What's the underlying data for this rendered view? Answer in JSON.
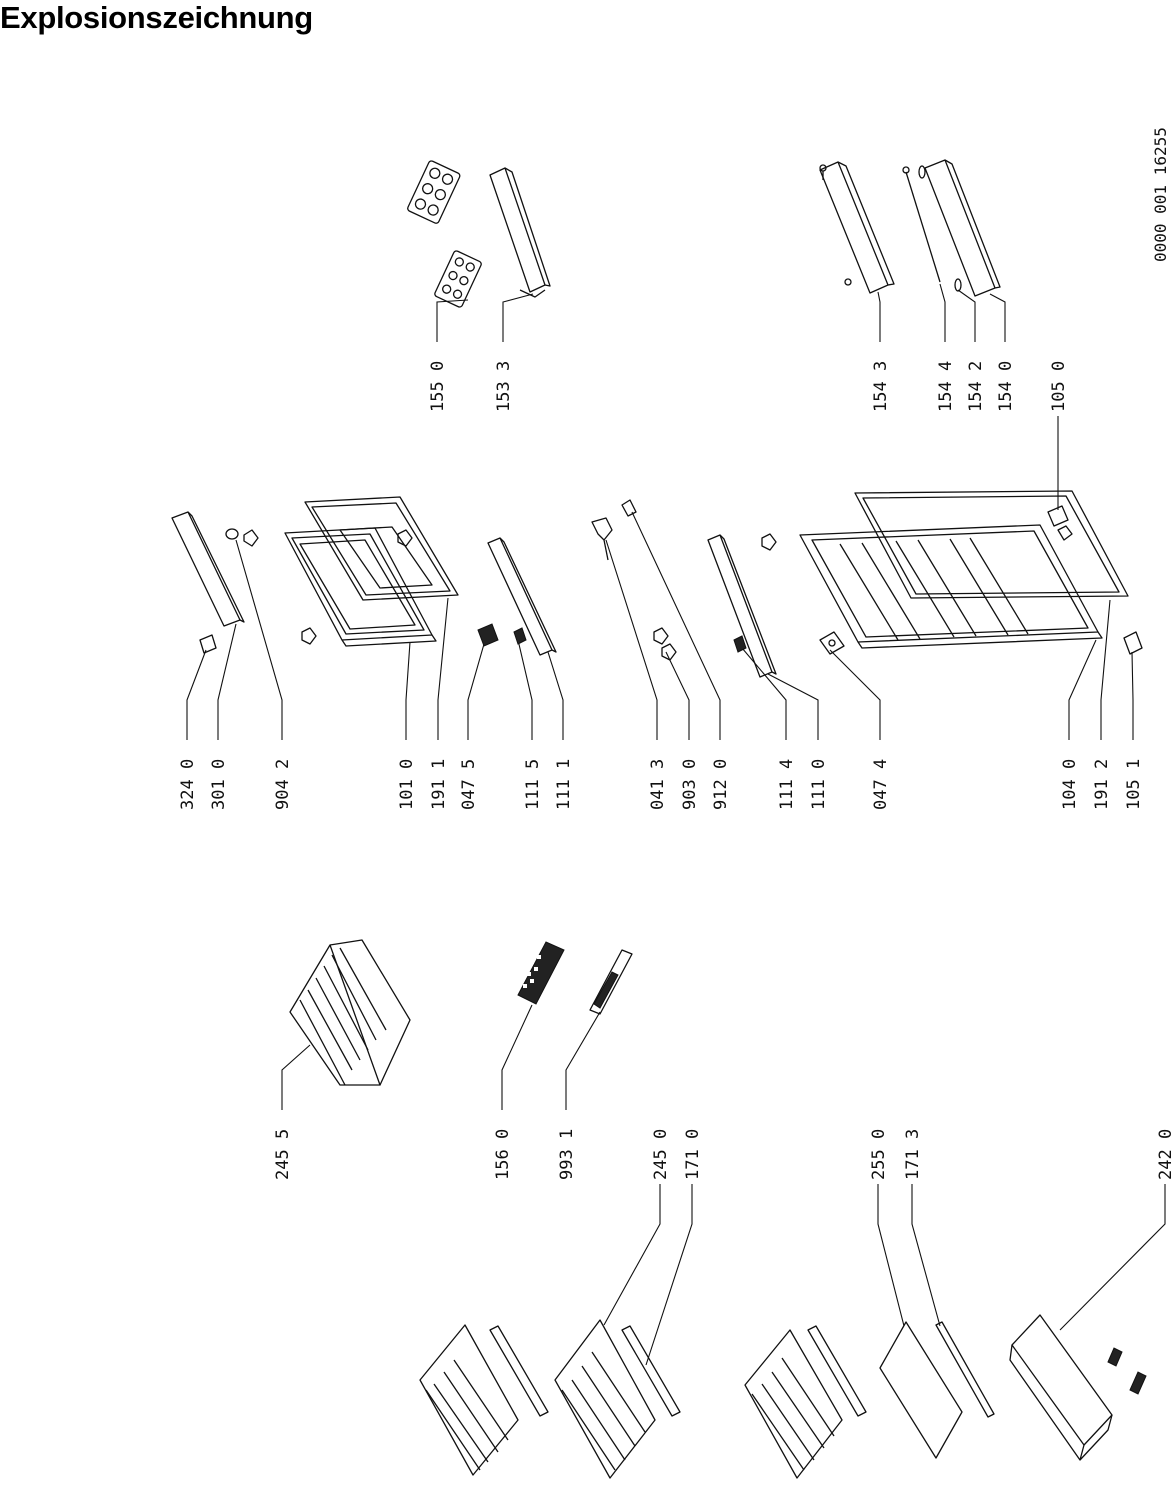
{
  "page": {
    "title": "Explosionszeichnung",
    "doc_number": "0000 001  16255"
  },
  "colors": {
    "ink": "#111111",
    "background": "#ffffff"
  },
  "parts": [
    {
      "id": "155 0",
      "icon": "egg-tray-icon"
    },
    {
      "id": "153 3",
      "icon": "door-shelf-icon"
    },
    {
      "id": "154 3",
      "icon": "door-shelf-icon"
    },
    {
      "id": "154 4",
      "icon": "rod-icon"
    },
    {
      "id": "154 2",
      "icon": "clip-icon"
    },
    {
      "id": "154 0",
      "icon": "door-shelf-icon"
    },
    {
      "id": "105 0",
      "icon": "hinge-icon"
    },
    {
      "id": "324 0",
      "icon": "plate-icon"
    },
    {
      "id": "301 0",
      "icon": "bar-icon"
    },
    {
      "id": "904 2",
      "icon": "screw-icon"
    },
    {
      "id": "101 0",
      "icon": "small-door-icon"
    },
    {
      "id": "191 1",
      "icon": "gasket-icon"
    },
    {
      "id": "047 5",
      "icon": "hinge-icon"
    },
    {
      "id": "111 5",
      "icon": "pin-icon"
    },
    {
      "id": "111 1",
      "icon": "handle-icon"
    },
    {
      "id": "041 3",
      "icon": "hinge-icon"
    },
    {
      "id": "903 0",
      "icon": "screw-icon"
    },
    {
      "id": "912 0",
      "icon": "pin-icon"
    },
    {
      "id": "111 4",
      "icon": "pin-icon"
    },
    {
      "id": "111 0",
      "icon": "handle-icon"
    },
    {
      "id": "047 4",
      "icon": "hinge-cover-icon"
    },
    {
      "id": "104 0",
      "icon": "door-panel-icon"
    },
    {
      "id": "191 2",
      "icon": "gasket-icon"
    },
    {
      "id": "105 1",
      "icon": "hinge-icon"
    },
    {
      "id": "245 5",
      "icon": "wire-basket-icon"
    },
    {
      "id": "156 0",
      "icon": "ice-tray-icon"
    },
    {
      "id": "993 1",
      "icon": "scraper-icon"
    },
    {
      "id": "245 0",
      "icon": "wire-shelf-icon"
    },
    {
      "id": "171 0",
      "icon": "shelf-trim-icon"
    },
    {
      "id": "255 0",
      "icon": "glass-shelf-icon"
    },
    {
      "id": "171 3",
      "icon": "shelf-trim-icon"
    },
    {
      "id": "242 0",
      "icon": "crisper-drawer-icon"
    }
  ]
}
